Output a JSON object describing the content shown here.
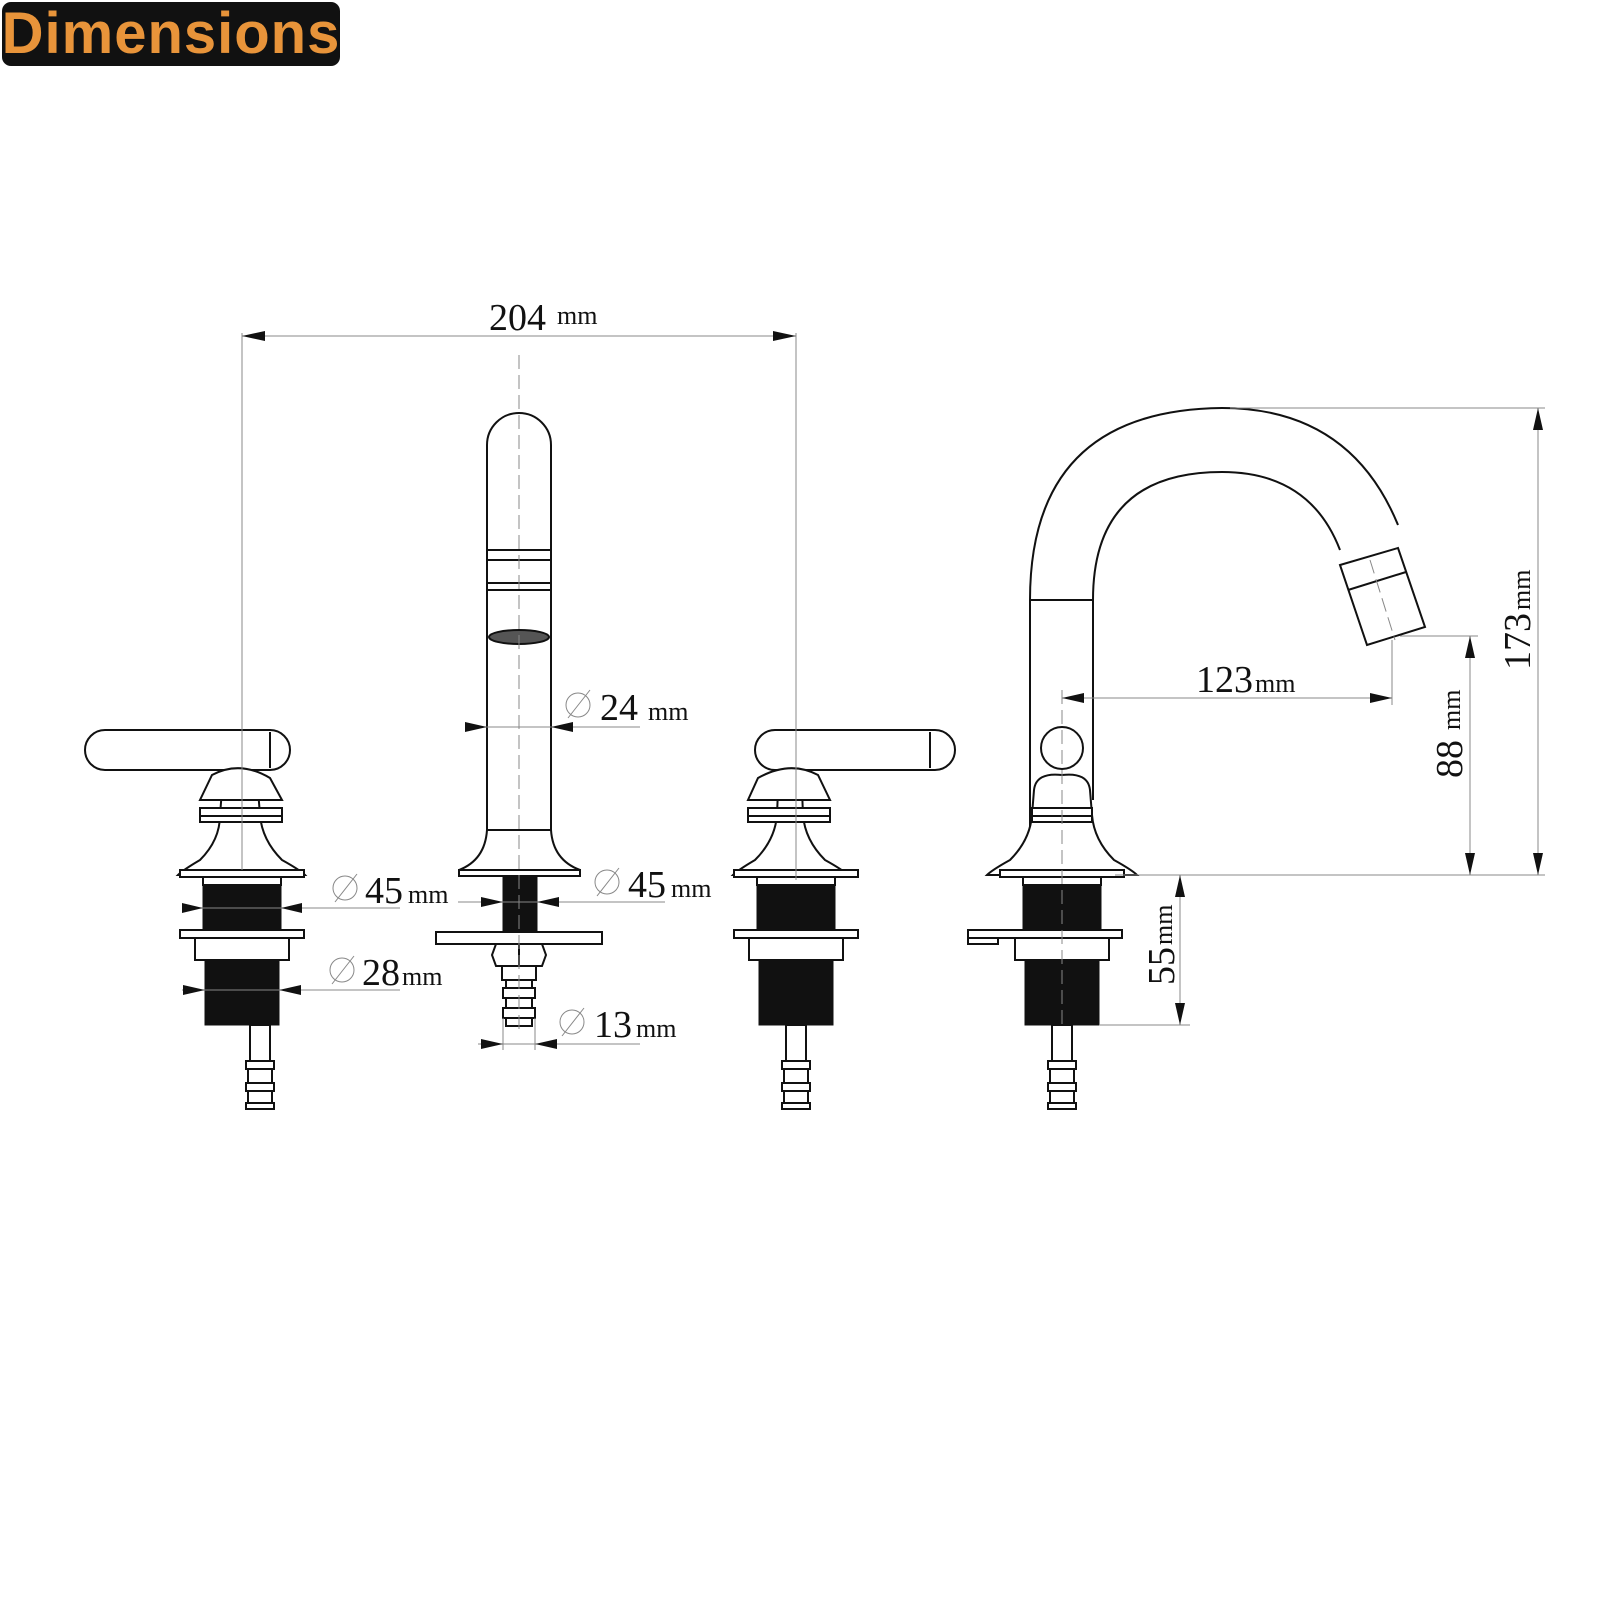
{
  "header": {
    "title": "Dimensions",
    "title_color": "#e8943a",
    "badge_color": "#111111"
  },
  "dimensions": {
    "overall_spread": {
      "value": "204",
      "unit": "mm"
    },
    "spout_diameter": {
      "symbol": "∅",
      "value": "24",
      "unit": "mm"
    },
    "handle_base_diameter": {
      "symbol": "∅",
      "value": "45",
      "unit": "mm"
    },
    "handle_shank_diameter": {
      "symbol": "∅",
      "value": "28",
      "unit": "mm"
    },
    "spout_base_diameter": {
      "symbol": "∅",
      "value": "45",
      "unit": "mm"
    },
    "spout_connector_diameter": {
      "symbol": "∅",
      "value": "13",
      "unit": "mm"
    },
    "spout_reach": {
      "value": "123",
      "unit": "mm"
    },
    "spout_height": {
      "value": "173",
      "unit": "mm"
    },
    "outlet_height": {
      "value": "88",
      "unit": "mm"
    },
    "max_deck_thickness": {
      "value": "55",
      "unit": "mm"
    }
  }
}
